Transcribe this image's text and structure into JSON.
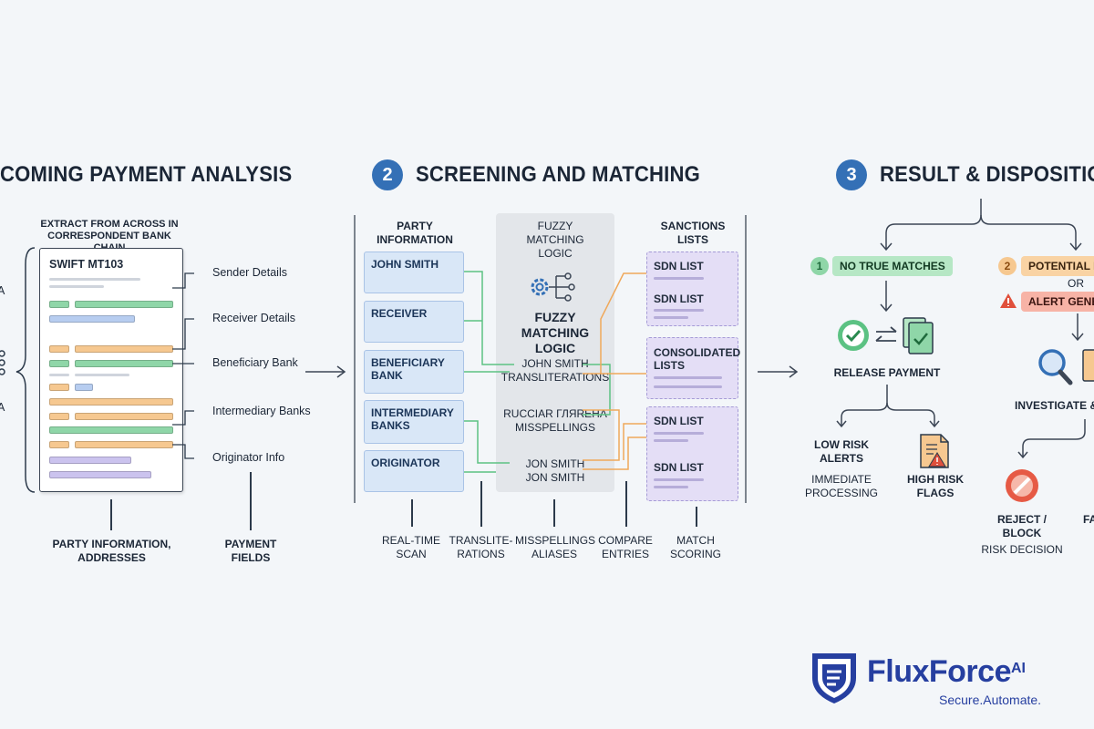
{
  "sections": [
    {
      "num": "",
      "title": "COMING PAYMENT ANALYSIS"
    },
    {
      "num": "2",
      "title": "SCREENING AND MATCHING"
    },
    {
      "num": "3",
      "title": "RESULT & DISPOSITION"
    }
  ],
  "analysis": {
    "extract_label": "EXTRACT FROM ACROSS IN CORRESPONDENT BANK CHAIN",
    "doc_title": "SWIFT MT103",
    "fields": [
      "Sender Details",
      "Receiver Details",
      "Beneficiary Bank",
      "Intermediary Banks",
      "Originator Info"
    ],
    "bottom_labels": [
      "PARTY INFORMATION, ADDRESSES",
      "PAYMENT FIELDS"
    ],
    "edge_letters": [
      "A",
      "A"
    ]
  },
  "screening": {
    "party_header": "PARTY INFORMATION",
    "parties": [
      "JOHN SMITH",
      "RECEIVER",
      "BENEFICIARY BANK",
      "INTERMEDIARY BANKS",
      "ORIGINATOR"
    ],
    "fuzzy_header": "FUZZY MATCHING LOGIC",
    "fuzzy_title": "FUZZY MATCHING LOGIC",
    "fuzzy_items": [
      {
        "main": "JOHN SMITH",
        "sub": "TRANSLITERATIONS"
      },
      {
        "main": "RUCCIAR ГЛЯRЕНА",
        "sub": "MISSPELLINGS"
      },
      {
        "main": "JON SMITH",
        "sub": "JON SMITH"
      }
    ],
    "lists_header": "SANCTIONS LISTS",
    "lists": [
      "SDN LIST",
      "SDN LIST",
      "CONSOLIDATED LISTS",
      "SDN LIST",
      "SDN LIST"
    ],
    "bottom_labels": [
      "REAL-TIME SCAN",
      "TRANSLITE-RATIONS",
      "MISSPELLINGS ALIASES",
      "COMPARE ENTRIES",
      "MATCH SCORING"
    ]
  },
  "result": {
    "branch1_num": "1",
    "branch1_label": "NO TRUE MATCHES",
    "release_label": "RELEASE PAYMENT",
    "low_risk": "LOW RISK ALERTS",
    "immediate": "IMMEDIATE PROCESSING",
    "high_risk": "HIGH RISK FLAGS",
    "branch2_num": "2",
    "branch2_label": "POTENTIAL M",
    "or_label": "OR",
    "alert_label": "ALERT GENE",
    "investigate": "INVESTIGATE &",
    "reject": "REJECT / BLOCK",
    "risk_decision": "RISK DECISION",
    "cut_label": "FA"
  },
  "brand": {
    "name": "FluxForce",
    "suffix": "AI",
    "tagline": "Secure.Automate."
  },
  "colors": {
    "accent": "#3470b6",
    "green": "#8fd6a8",
    "orange": "#f6c890",
    "purple": "#cbc3ee",
    "brand": "#263fa0"
  }
}
